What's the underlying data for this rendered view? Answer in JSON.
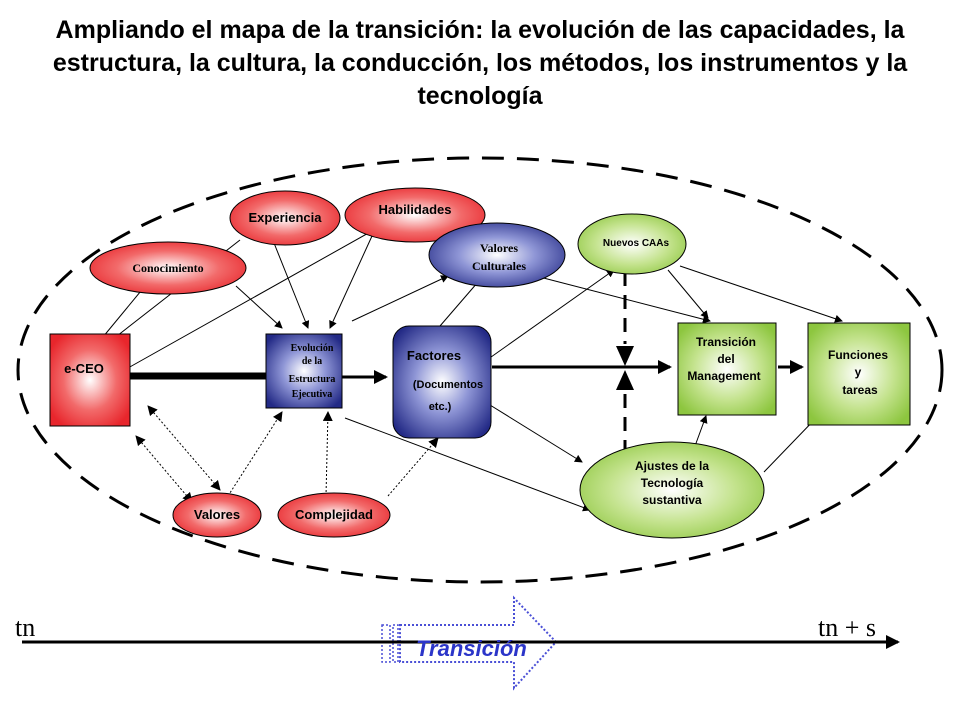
{
  "title": "Ampliando el mapa de la transición: la evolución de las capacidades, la estructura, la cultura, la conducción, los métodos, los instrumentos y la tecnología",
  "nodes": {
    "experiencia": "Experiencia",
    "habilidades": "Habilidades",
    "conocimiento": "Conocimiento",
    "valores_culturales": [
      "Valores",
      "Culturales"
    ],
    "nuevos_caas": "Nuevos CAAs",
    "e_ceo": "e-CEO",
    "evolucion": [
      "Evolución",
      "de la",
      "Estructura",
      "Ejecutiva"
    ],
    "factores": [
      "Factores",
      "(Documentos",
      "etc.)"
    ],
    "transicion_management": [
      "Transición",
      "del",
      "Management"
    ],
    "funciones": [
      "Funciones",
      "y",
      "tareas"
    ],
    "ajustes": [
      "Ajustes de la",
      "Tecnología",
      "sustantiva"
    ],
    "valores": "Valores",
    "complejidad": "Complejidad"
  },
  "timeline": {
    "start_label": "tn",
    "end_label": "tn + s",
    "transition_label": "Transición"
  },
  "colors": {
    "red": "#e8262c",
    "navy": "#232a86",
    "green": "#8dc63f",
    "arrow": "#000000",
    "transition_text": "#2b35c9"
  }
}
